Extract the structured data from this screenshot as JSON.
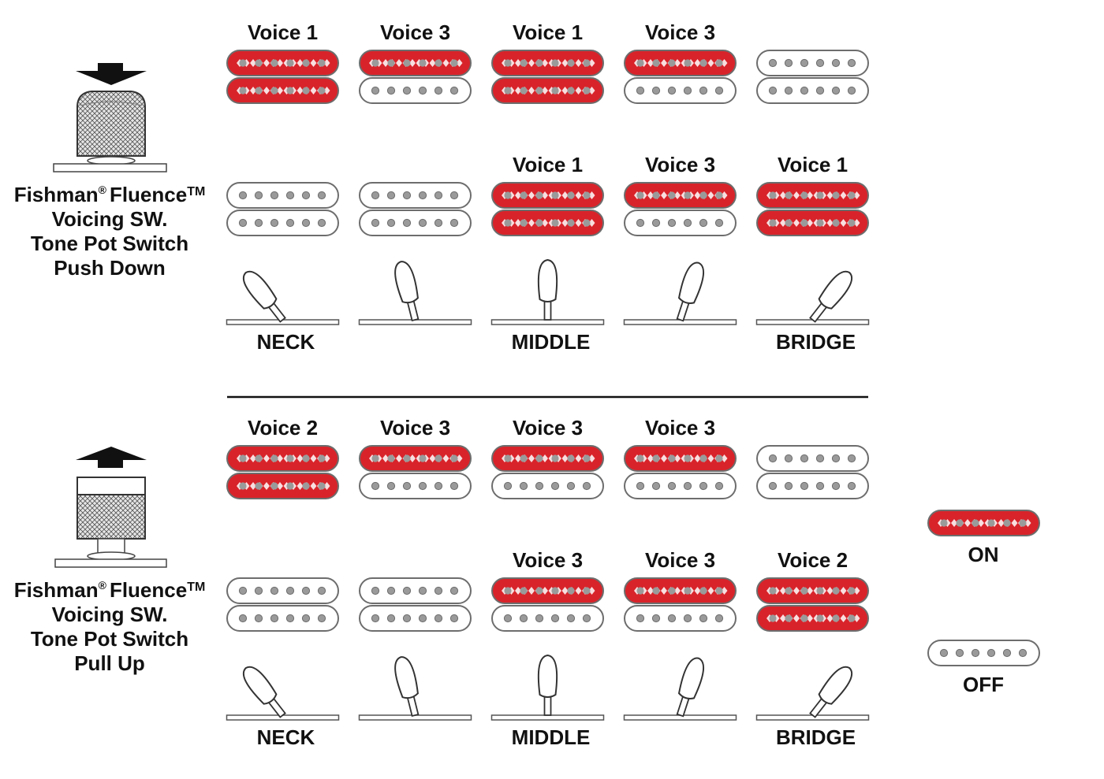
{
  "colors": {
    "on": "#d8232a",
    "off": "#ffffff",
    "outline": "#6d6d6d",
    "text": "#111111"
  },
  "sections": [
    {
      "knob_action": "push",
      "caption": {
        "line1_brand": "Fishman",
        "line1_reg": "®",
        "line1_product": "Fluence",
        "line1_tm": "TM",
        "line2": "Voicing SW.",
        "line3": "Tone Pot Switch",
        "line4": "Push Down"
      },
      "rows": [
        [
          {
            "voice": "Voice 1",
            "top": "on",
            "bottom": "on"
          },
          {
            "voice": "Voice 3",
            "top": "on",
            "bottom": "off"
          },
          {
            "voice": "Voice 1",
            "top": "on",
            "bottom": "on"
          },
          {
            "voice": "Voice 3",
            "top": "on",
            "bottom": "off"
          },
          {
            "voice": "",
            "top": "off",
            "bottom": "off"
          }
        ],
        [
          {
            "voice": "",
            "top": "off",
            "bottom": "off"
          },
          {
            "voice": "",
            "top": "off",
            "bottom": "off"
          },
          {
            "voice": "Voice 1",
            "top": "on",
            "bottom": "on"
          },
          {
            "voice": "Voice 3",
            "top": "on",
            "bottom": "off"
          },
          {
            "voice": "Voice 1",
            "top": "on",
            "bottom": "on"
          }
        ]
      ],
      "switch_labels": [
        "NECK",
        "",
        "MIDDLE",
        "",
        "BRIDGE"
      ]
    },
    {
      "knob_action": "pull",
      "caption": {
        "line1_brand": "Fishman",
        "line1_reg": "®",
        "line1_product": "Fluence",
        "line1_tm": "TM",
        "line2": "Voicing SW.",
        "line3": "Tone Pot Switch",
        "line4": "Pull Up"
      },
      "rows": [
        [
          {
            "voice": "Voice 2",
            "top": "on",
            "bottom": "on"
          },
          {
            "voice": "Voice 3",
            "top": "on",
            "bottom": "off"
          },
          {
            "voice": "Voice 3",
            "top": "on",
            "bottom": "off"
          },
          {
            "voice": "Voice 3",
            "top": "on",
            "bottom": "off"
          },
          {
            "voice": "",
            "top": "off",
            "bottom": "off"
          }
        ],
        [
          {
            "voice": "",
            "top": "off",
            "bottom": "off"
          },
          {
            "voice": "",
            "top": "off",
            "bottom": "off"
          },
          {
            "voice": "Voice 3",
            "top": "on",
            "bottom": "off"
          },
          {
            "voice": "Voice 3",
            "top": "on",
            "bottom": "off"
          },
          {
            "voice": "Voice 2",
            "top": "on",
            "bottom": "on"
          }
        ]
      ],
      "switch_labels": [
        "NECK",
        "",
        "MIDDLE",
        "",
        "BRIDGE"
      ]
    }
  ],
  "switch_positions": [
    "neck",
    "neck-middle",
    "middle",
    "middle-bridge",
    "bridge"
  ],
  "legend": {
    "on_label": "ON",
    "off_label": "OFF"
  }
}
